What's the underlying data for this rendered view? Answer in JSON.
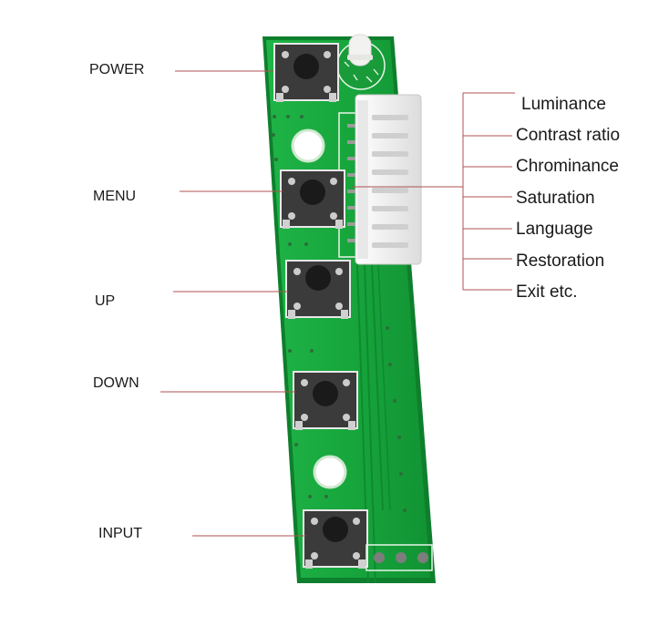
{
  "buttons": [
    {
      "id": "power",
      "label": "POWER"
    },
    {
      "id": "menu",
      "label": "MENU"
    },
    {
      "id": "up",
      "label": "UP"
    },
    {
      "id": "down",
      "label": "DOWN"
    },
    {
      "id": "input",
      "label": "INPUT"
    }
  ],
  "menu_functions": [
    {
      "label": "Luminance"
    },
    {
      "label": "Contrast ratio"
    },
    {
      "label": "Chrominance"
    },
    {
      "label": "Saturation"
    },
    {
      "label": "Language"
    },
    {
      "label": "Restoration"
    },
    {
      "label": "Exit etc."
    }
  ],
  "colors": {
    "pcb": "#17a63c",
    "pcb_edge": "#0e7f2c",
    "leader_line": "#b05050",
    "connector": "#f2f2f2"
  }
}
